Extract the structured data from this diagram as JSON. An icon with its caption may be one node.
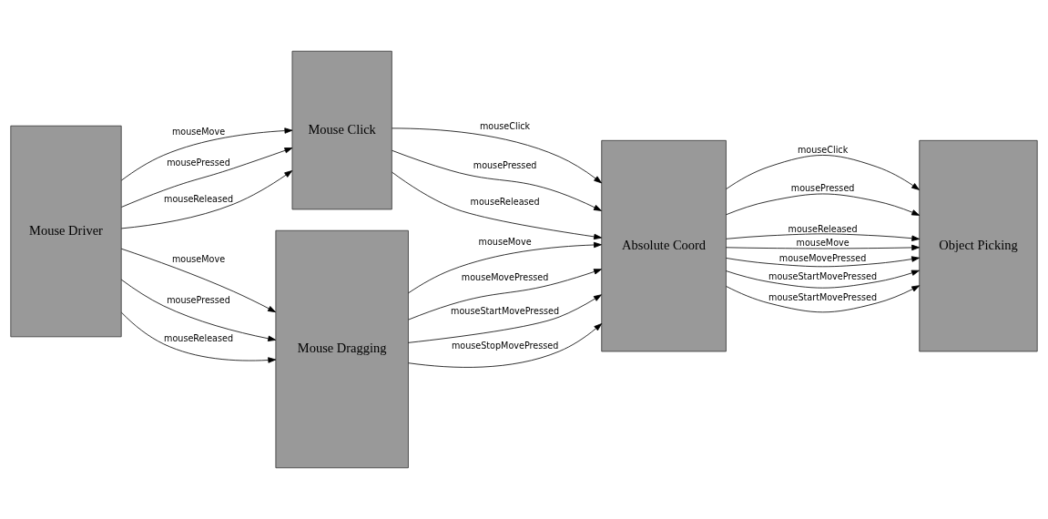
{
  "diagram": {
    "nodes": [
      {
        "text": [
          "Mouse Driver"
        ]
      },
      {
        "text": [
          "Mouse Click"
        ]
      },
      {
        "text": [
          "Mouse Dragging"
        ]
      },
      {
        "text": [
          "Absolute Coord"
        ]
      },
      {
        "text": [
          "Object Picking"
        ]
      }
    ],
    "edges": [
      {
        "from": 0,
        "to": 1,
        "arrow": "to",
        "label": "mouseMove"
      },
      {
        "from": 0,
        "to": 1,
        "arrow": "to",
        "label": "mousePressed"
      },
      {
        "from": 0,
        "to": 1,
        "arrow": "to",
        "label": "mouseReleased"
      },
      {
        "from": 0,
        "to": 2,
        "arrow": "to",
        "label": "mouseMove"
      },
      {
        "from": 0,
        "to": 2,
        "arrow": "to",
        "label": "mousePressed"
      },
      {
        "from": 0,
        "to": 2,
        "arrow": "to",
        "label": "mouseReleased"
      },
      {
        "from": 1,
        "to": 3,
        "arrow": "to",
        "label": "mouseClick"
      },
      {
        "from": 1,
        "to": 3,
        "arrow": "to",
        "label": "mousePressed"
      },
      {
        "from": 1,
        "to": 3,
        "arrow": "to",
        "label": "mouseReleased"
      },
      {
        "from": 2,
        "to": 3,
        "arrow": "to",
        "label": "mouseMove"
      },
      {
        "from": 2,
        "to": 3,
        "arrow": "to",
        "label": "mouseMovePressed"
      },
      {
        "from": 2,
        "to": 3,
        "arrow": "to",
        "label": "mouseStartMovePressed"
      },
      {
        "from": 2,
        "to": 3,
        "arrow": "to",
        "label": "mouseStopMovePressed"
      },
      {
        "from": 3,
        "to": 4,
        "arrow": "to",
        "label": "mouseClick"
      },
      {
        "from": 3,
        "to": 4,
        "arrow": "to",
        "label": "mousePressed"
      },
      {
        "from": 3,
        "to": 4,
        "arrow": "to",
        "label": "mouseReleased"
      },
      {
        "from": 3,
        "to": 4,
        "arrow": "to",
        "label": "mouseMove"
      },
      {
        "from": 3,
        "to": 4,
        "arrow": "to",
        "label": "mouseMovePressed"
      },
      {
        "from": 3,
        "to": 4,
        "arrow": "to",
        "label": "mouseStartMovePressed"
      },
      {
        "from": 3,
        "to": 4,
        "arrow": "to",
        "label": "mouseStartMovePressed"
      }
    ]
  }
}
